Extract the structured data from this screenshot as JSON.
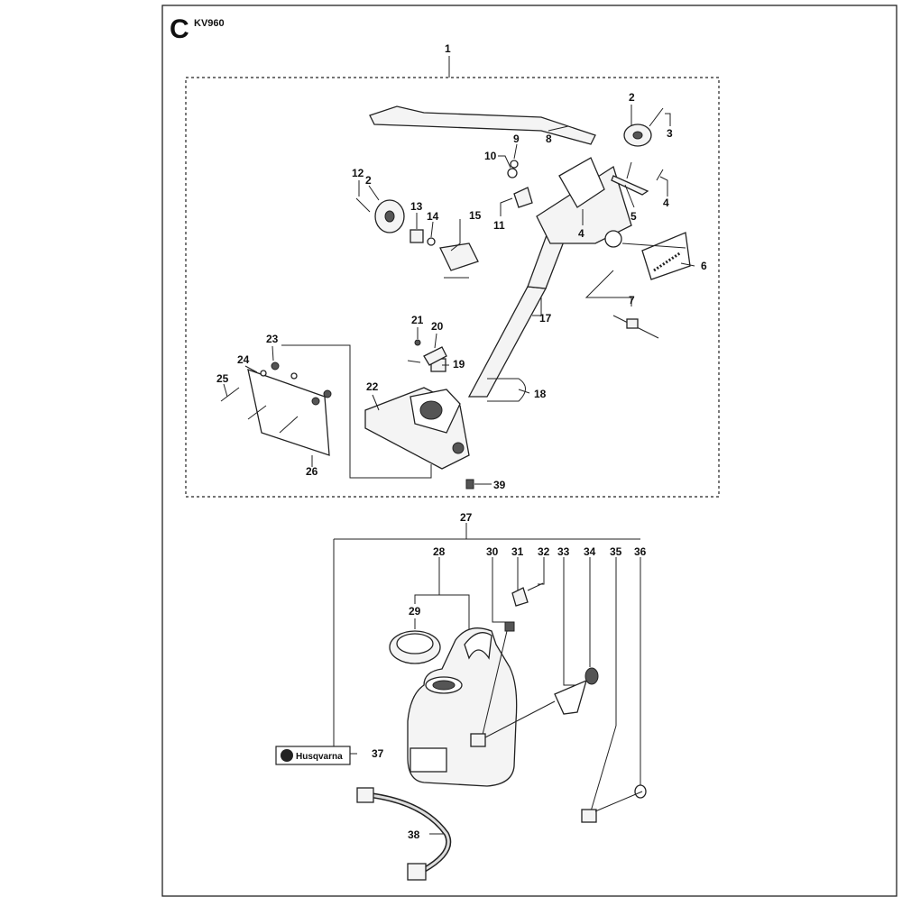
{
  "section_letter": "C",
  "model": "KV960",
  "brand_label": "Husqvarna",
  "callouts": {
    "c1": "1",
    "c2a": "2",
    "c2b": "2",
    "c3": "3",
    "c4a": "4",
    "c4b": "4",
    "c5": "5",
    "c6": "6",
    "c7": "7",
    "c8": "8",
    "c9": "9",
    "c10": "10",
    "c11": "11",
    "c12": "12",
    "c13": "13",
    "c14": "14",
    "c15": "15",
    "c17": "17",
    "c18": "18",
    "c19": "19",
    "c20": "20",
    "c21": "21",
    "c22": "22",
    "c23": "23",
    "c24": "24",
    "c25": "25",
    "c26": "26",
    "c27": "27",
    "c28": "28",
    "c29": "29",
    "c30": "30",
    "c31": "31",
    "c32": "32",
    "c33": "33",
    "c34": "34",
    "c35": "35",
    "c36": "36",
    "c37": "37",
    "c38": "38",
    "c39": "39"
  }
}
